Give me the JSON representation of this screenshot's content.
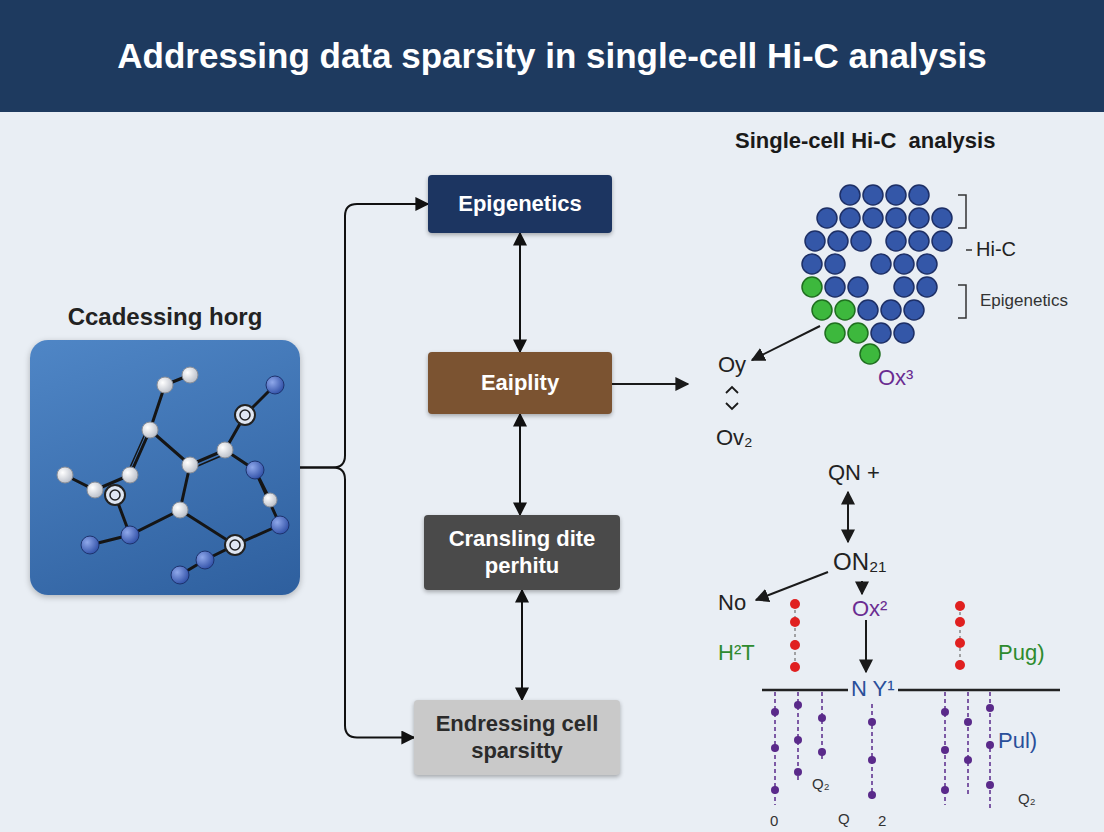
{
  "diagram": {
    "title": "Addressing data sparsity in single-cell Hi-C analysis",
    "nodes": [
      {
        "text": [
          "Ccadessing horg"
        ]
      },
      {
        "text": [
          "Epigenetics"
        ]
      },
      {
        "text": [
          "Eaiplity"
        ]
      },
      {
        "text": [
          "Cransling dite perhitu"
        ]
      },
      {
        "text": [
          "Endressing cell sparsitty"
        ]
      }
    ],
    "edges": [
      {
        "from": 0,
        "to": 1,
        "arrow": "to"
      },
      {
        "from": 0,
        "to": 4,
        "arrow": "to"
      },
      {
        "from": 1,
        "to": 2,
        "arrow": "both"
      },
      {
        "from": 2,
        "to": 3,
        "arrow": "both"
      },
      {
        "from": 3,
        "to": 4,
        "arrow": "both"
      }
    ],
    "labels": [
      "Single-cell Hi-C  analysis",
      "Hi-C",
      "Epigenetics",
      "Oy",
      "Ov₂",
      "Ox³",
      "QN +",
      "ON₂₁",
      "No",
      "H²T",
      "Ox²",
      "Pug)",
      "N Y¹",
      "Pul)",
      "Q₂",
      "0",
      "Q",
      "2",
      "Q₂"
    ]
  }
}
